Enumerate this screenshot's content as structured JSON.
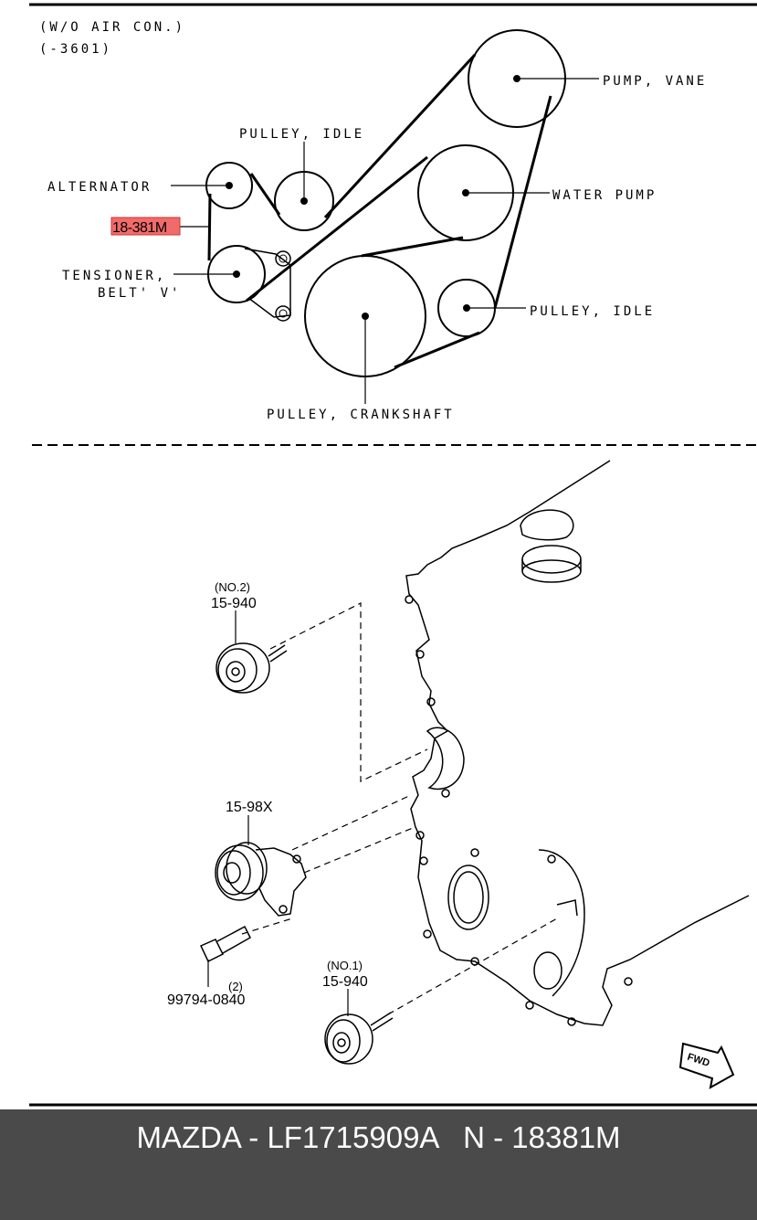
{
  "top_diagram": {
    "header_line1": "(W/O  AIR  CON.)",
    "header_line2": "(-3601)",
    "labels": {
      "pump_vane": "PUMP, VANE",
      "pulley_idle_upper": "PULLEY, IDLE",
      "alternator": "ALTERNATOR",
      "water_pump": "WATER  PUMP",
      "highlight_part": "18-381M",
      "tensioner_line1": "TENSIONER,",
      "tensioner_line2": "BELT' V'",
      "pulley_idle_lower": "PULLEY, IDLE",
      "pulley_crankshaft": "PULLEY, CRANKSHAFT"
    },
    "highlight_color": "#f26b6b"
  },
  "bottom_diagram": {
    "no2_label": "(NO.2)",
    "no2_part": "15-940",
    "tensioner_part": "15-98X",
    "bolt_part": "99794-0840",
    "bolt_qty": "(2)",
    "no1_label": "(NO.1)",
    "no1_part": "15-940",
    "fwd_label": "FWD"
  },
  "footer": {
    "text": "MAZDA - LF1715909A   N - 18381M",
    "background": "#4a4a4a"
  }
}
